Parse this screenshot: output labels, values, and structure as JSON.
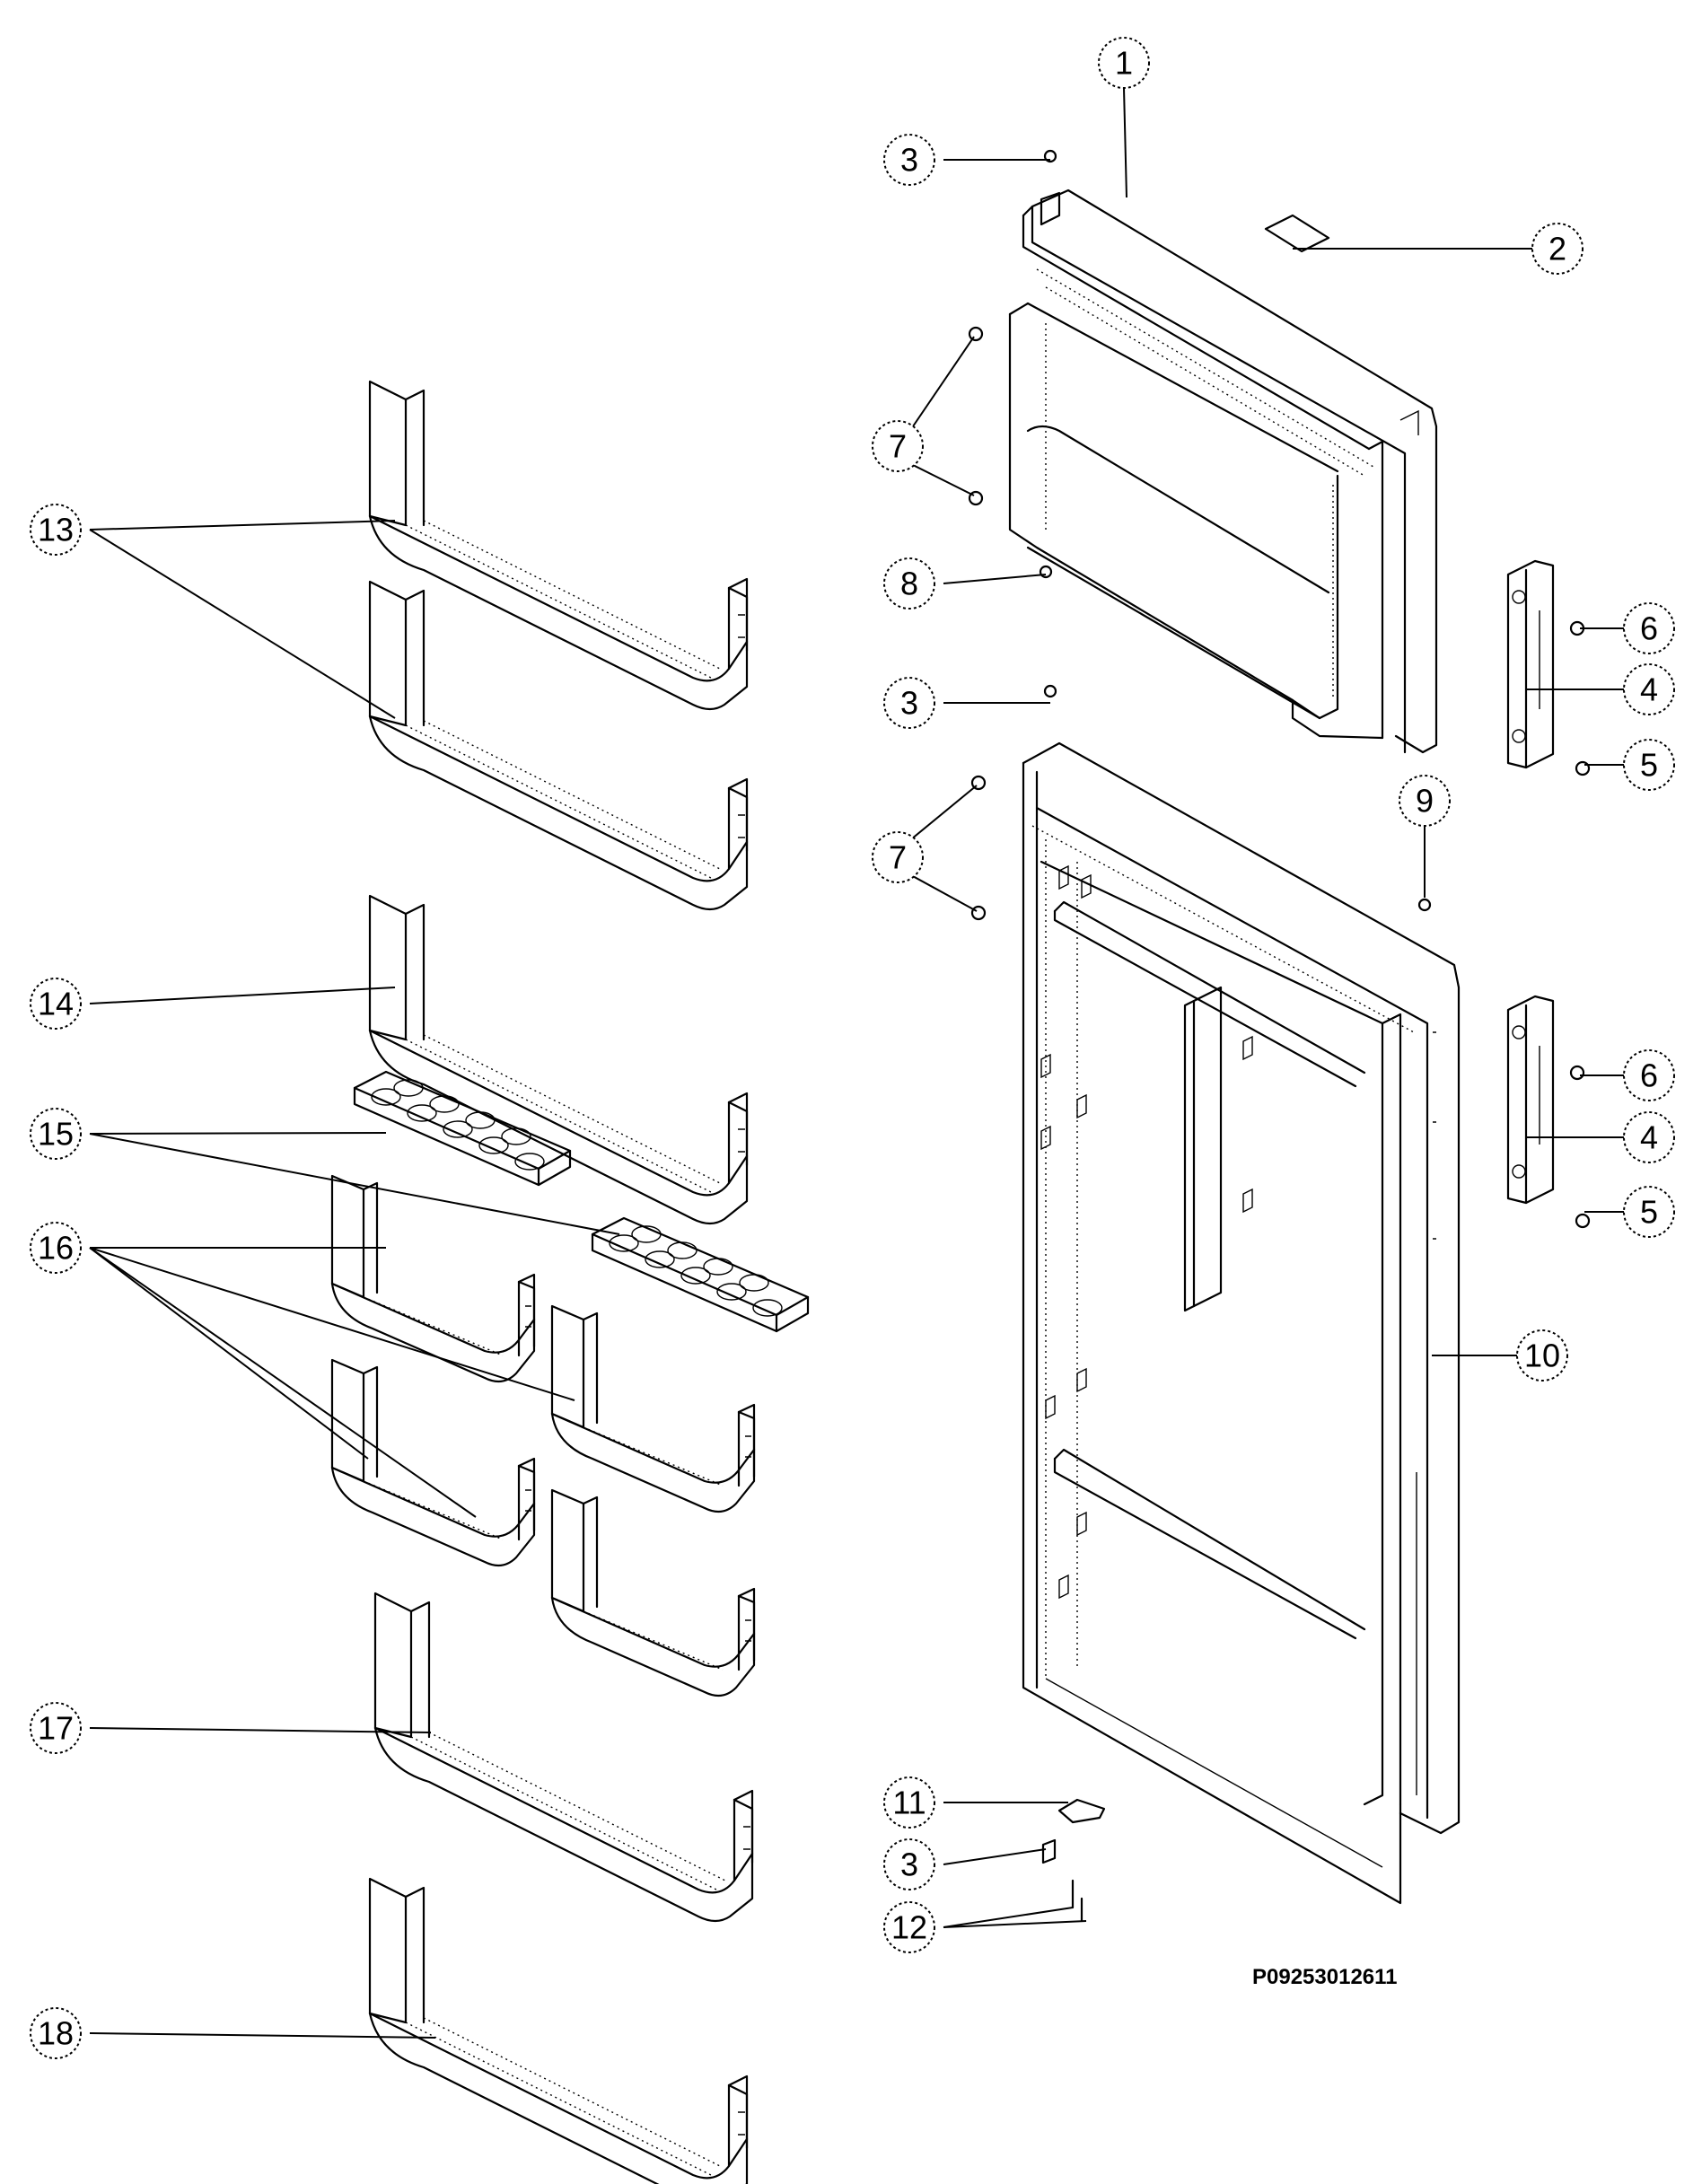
{
  "diagram": {
    "part_code": "P09253012611",
    "callouts": [
      "1",
      "2",
      "3",
      "3",
      "3",
      "4",
      "4",
      "5",
      "5",
      "6",
      "6",
      "7",
      "7",
      "8",
      "9",
      "10",
      "11",
      "12",
      "13",
      "14",
      "15",
      "16",
      "17",
      "18"
    ]
  }
}
